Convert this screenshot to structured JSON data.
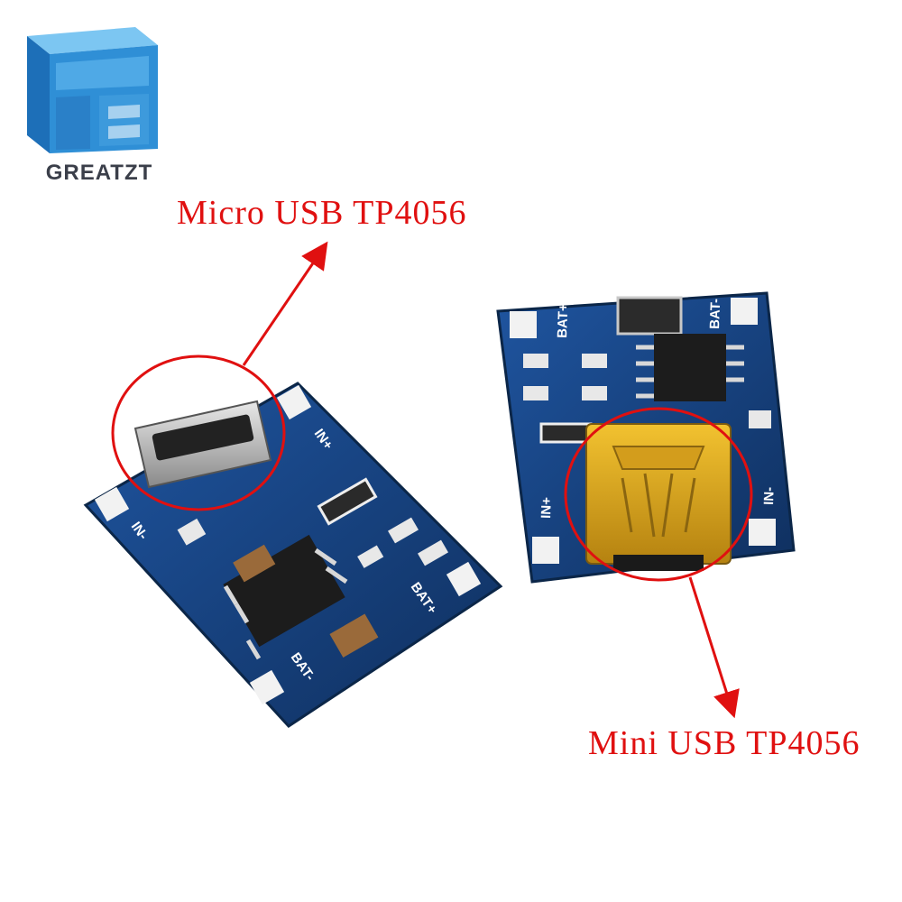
{
  "brand": {
    "name": "GREATZT",
    "logo_icon": "te-cube-logo"
  },
  "callouts": [
    {
      "label": "Micro USB TP4056"
    },
    {
      "label": "Mini USB TP4056"
    }
  ],
  "boards": {
    "micro": {
      "labels": [
        "IN+",
        "IN-",
        "BAT+",
        "BAT-"
      ]
    },
    "mini": {
      "labels": [
        "BAT+",
        "BAT-",
        "IN+",
        "IN-"
      ]
    }
  },
  "colors": {
    "annotation": "#e01010",
    "pcb": "#17407a",
    "logo_blue": "#2f8fd6"
  }
}
